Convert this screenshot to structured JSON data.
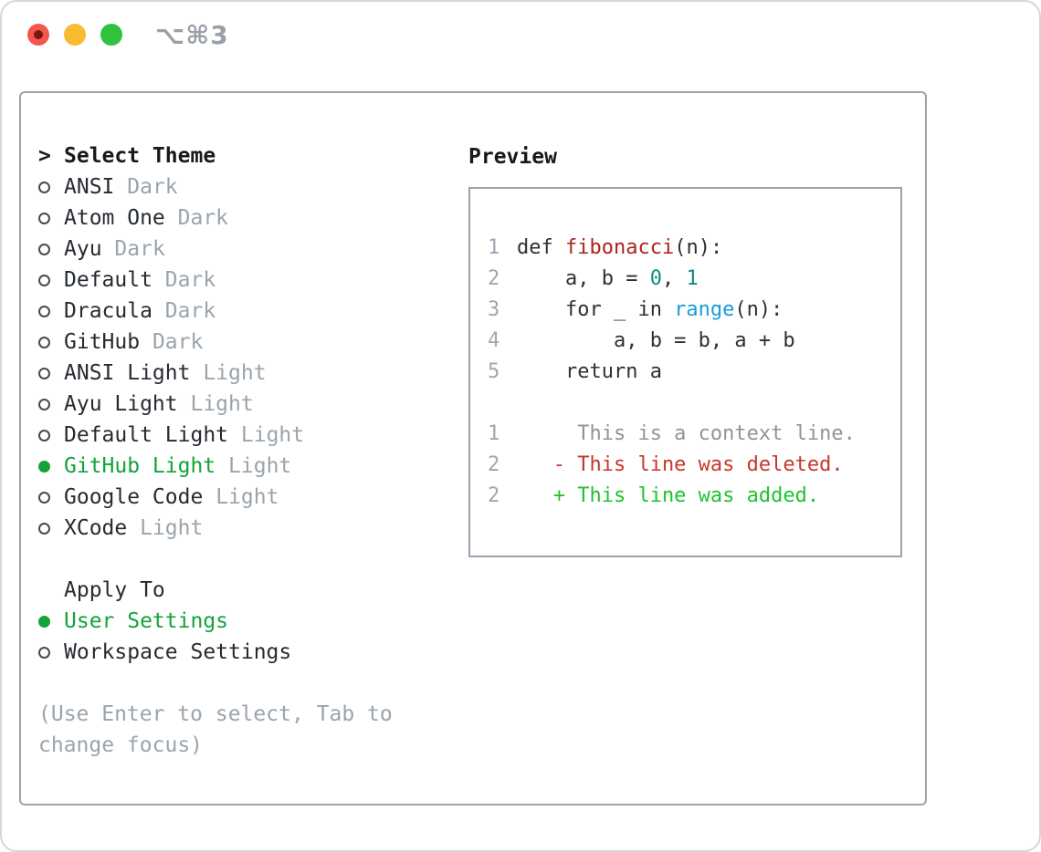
{
  "window": {
    "shortcut_label": "⌥⌘3"
  },
  "theme_picker": {
    "title_prefix": ">",
    "title": "Select Theme",
    "items": [
      {
        "name": "ANSI",
        "variant": "Dark",
        "selected": false
      },
      {
        "name": "Atom One",
        "variant": "Dark",
        "selected": false
      },
      {
        "name": "Ayu",
        "variant": "Dark",
        "selected": false
      },
      {
        "name": "Default",
        "variant": "Dark",
        "selected": false
      },
      {
        "name": "Dracula",
        "variant": "Dark",
        "selected": false
      },
      {
        "name": "GitHub",
        "variant": "Dark",
        "selected": false
      },
      {
        "name": "ANSI Light",
        "variant": "Light",
        "selected": false
      },
      {
        "name": "Ayu Light",
        "variant": "Light",
        "selected": false
      },
      {
        "name": "Default Light",
        "variant": "Light",
        "selected": false
      },
      {
        "name": "GitHub Light",
        "variant": "Light",
        "selected": true
      },
      {
        "name": "Google Code",
        "variant": "Light",
        "selected": false
      },
      {
        "name": "XCode",
        "variant": "Light",
        "selected": false
      }
    ]
  },
  "apply_to": {
    "title": "Apply To",
    "options": [
      {
        "label": "User Settings",
        "selected": true
      },
      {
        "label": "Workspace Settings",
        "selected": false
      }
    ]
  },
  "hint": "(Use Enter to select, Tab to change focus)",
  "preview": {
    "title": "Preview",
    "code_lines": [
      {
        "num": "1",
        "segments": [
          {
            "t": "def ",
            "c": "fg"
          },
          {
            "t": "fibonacci",
            "c": "func"
          },
          {
            "t": "(n):",
            "c": "fg"
          }
        ]
      },
      {
        "num": "2",
        "segments": [
          {
            "t": "    a, b = ",
            "c": "fg"
          },
          {
            "t": "0",
            "c": "num"
          },
          {
            "t": ", ",
            "c": "fg"
          },
          {
            "t": "1",
            "c": "num"
          }
        ]
      },
      {
        "num": "3",
        "segments": [
          {
            "t": "    for _ in ",
            "c": "fg"
          },
          {
            "t": "range",
            "c": "builtin"
          },
          {
            "t": "(n):",
            "c": "fg"
          }
        ]
      },
      {
        "num": "4",
        "segments": [
          {
            "t": "        a, b = b, a + b",
            "c": "fg"
          }
        ]
      },
      {
        "num": "5",
        "segments": [
          {
            "t": "    return a",
            "c": "fg"
          }
        ]
      },
      {
        "num": "",
        "segments": []
      },
      {
        "num": "1",
        "segments": [
          {
            "t": "     This is a context line.",
            "c": "context"
          }
        ]
      },
      {
        "num": "2",
        "segments": [
          {
            "t": "   - This line was deleted.",
            "c": "deleted"
          }
        ]
      },
      {
        "num": "2",
        "segments": [
          {
            "t": "   + This line was added.",
            "c": "added"
          }
        ]
      }
    ]
  },
  "colors": {
    "selection_green": "#13a33a",
    "added_green": "#1ec32f",
    "deleted_red": "#c6372c",
    "function_red": "#ab231e",
    "number_teal": "#0d8a8c",
    "builtin_blue": "#1b9bd7",
    "muted_gray": "#9aa4ad",
    "line_number_gray": "#9ca7b2",
    "context_gray": "#8d959d",
    "foreground": "#262b31",
    "panel_border": "#9ba3ae",
    "traffic_red": "#f4564e",
    "traffic_yellow": "#f9bb32",
    "traffic_green": "#30c13e"
  }
}
